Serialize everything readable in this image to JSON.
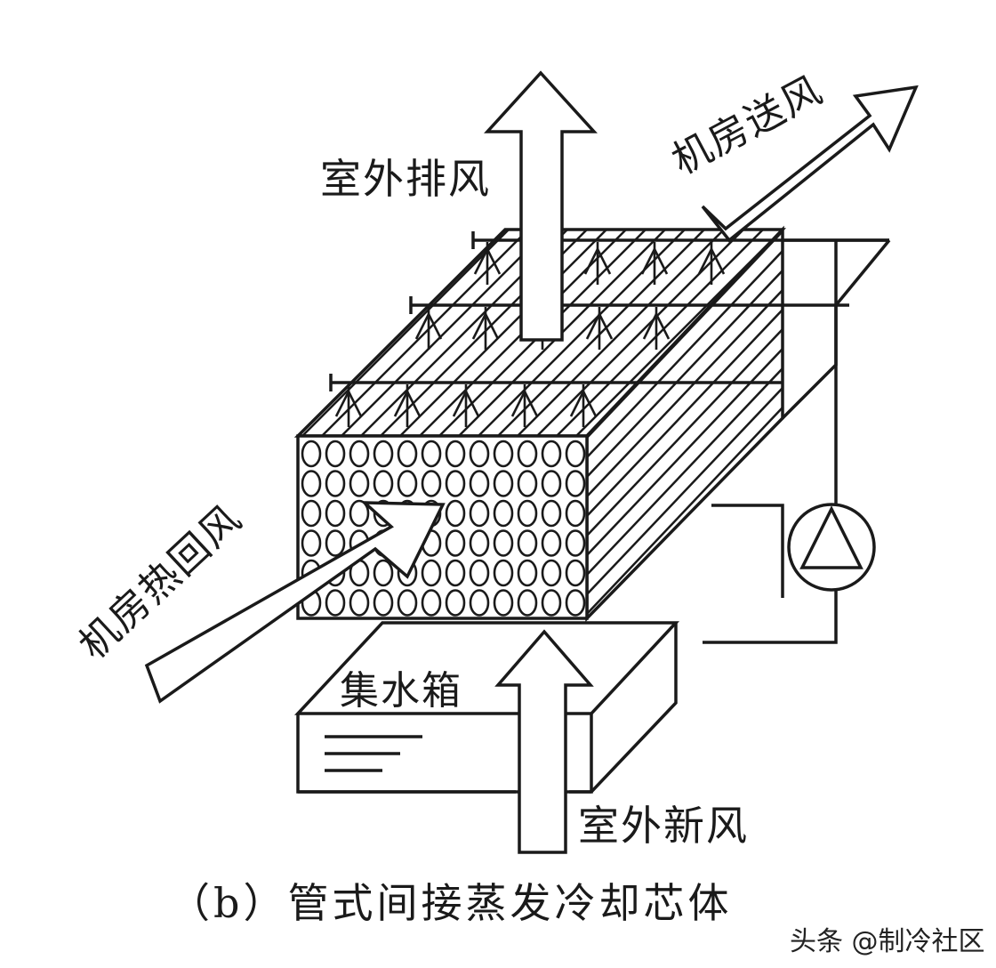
{
  "labels": {
    "outdoor_exhaust": "室外排风",
    "room_supply": "机房送风",
    "room_hot_return": "机房热回风",
    "water_tank": "集水箱",
    "outdoor_fresh": "室外新风"
  },
  "caption": "（b）管式间接蒸发冷却芯体",
  "watermark": "头条 @制冷社区",
  "colors": {
    "line": "#1a1a1a",
    "background": "#ffffff"
  }
}
